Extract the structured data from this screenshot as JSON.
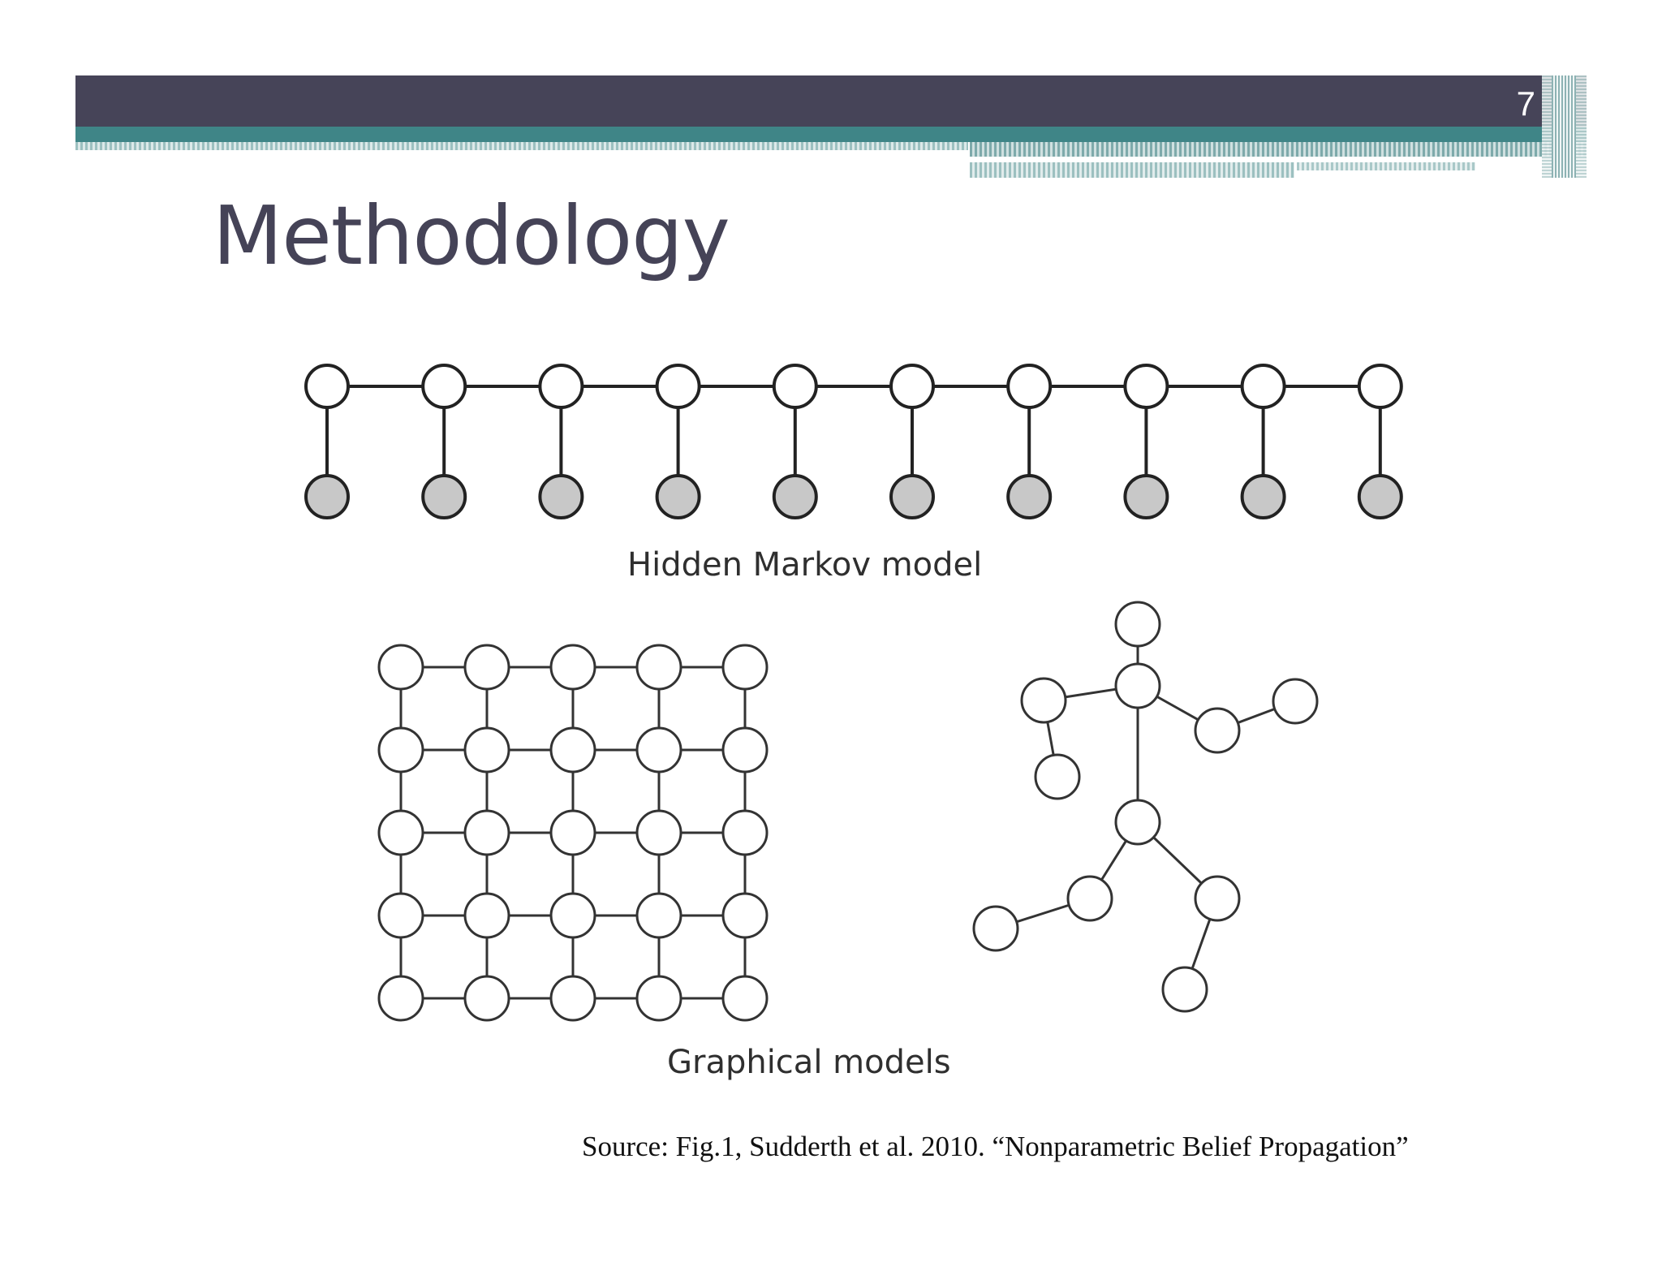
{
  "slide": {
    "page_number": "7",
    "title": "Methodology"
  },
  "figure": {
    "hmm_caption": "Hidden Markov model",
    "graphical_caption": "Graphical models",
    "source": "Source: Fig.1, Sudderth et al. 2010. “Nonparametric Belief Propagation”",
    "hmm_chain_length": 10,
    "grid_rows": 5,
    "grid_cols": 5,
    "hidden_node_fill": "#ffffff",
    "observed_node_fill": "#c8c8c8"
  },
  "colors": {
    "header_dark": "#464458",
    "header_teal": "#3f8587",
    "title": "#454357"
  }
}
